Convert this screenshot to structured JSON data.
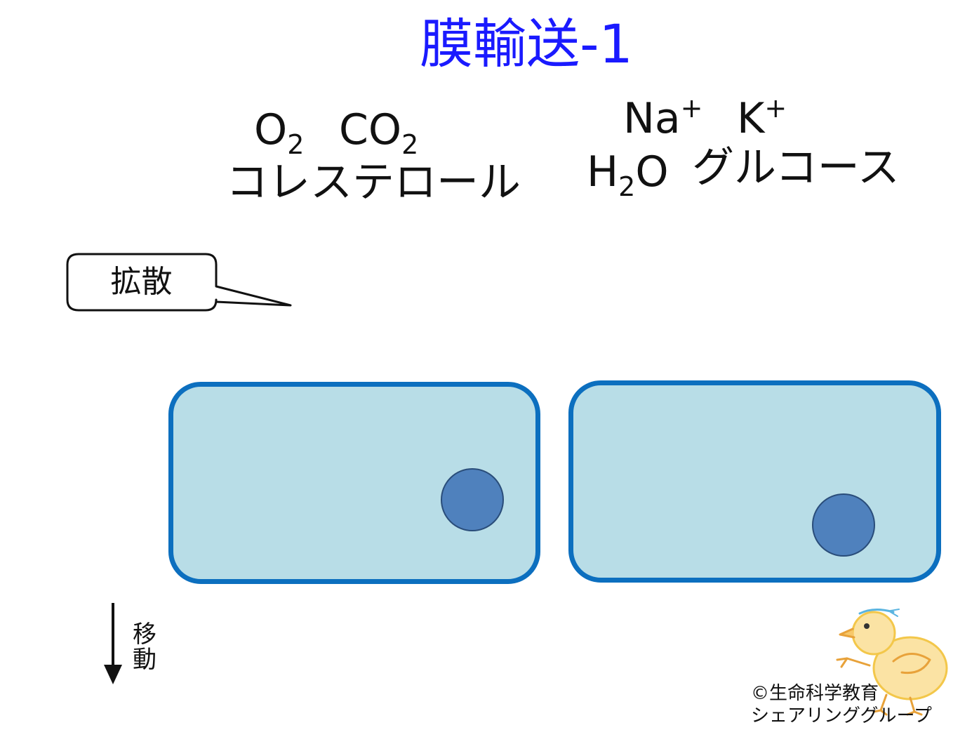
{
  "title": "膜輸送-1",
  "diffusion_group": {
    "line1": [
      {
        "base": "O",
        "sub": "2"
      },
      {
        "base": "CO",
        "sub": "2"
      }
    ],
    "line2": "コレステロール"
  },
  "transport_group": {
    "line1": [
      {
        "base": "Na",
        "sup": "+"
      },
      {
        "base": "K",
        "sup": "+"
      }
    ],
    "line2_h2o": {
      "base_h": "H",
      "sub": "2",
      "base_o": "O"
    },
    "line2_glucose": "グルコース"
  },
  "callout": {
    "label": "拡散"
  },
  "arrow": {
    "label_line1": "移",
    "label_line2": "動"
  },
  "credit": {
    "line1": "©生命科学教育",
    "line2": "シェアリンググループ"
  },
  "colors": {
    "title": "#1a1aff",
    "cell_fill": "#b8dde7",
    "cell_border": "#0c6fbf",
    "nucleus": "#4f81bd"
  },
  "icons": {
    "mascot": "chick-drawing-icon"
  }
}
